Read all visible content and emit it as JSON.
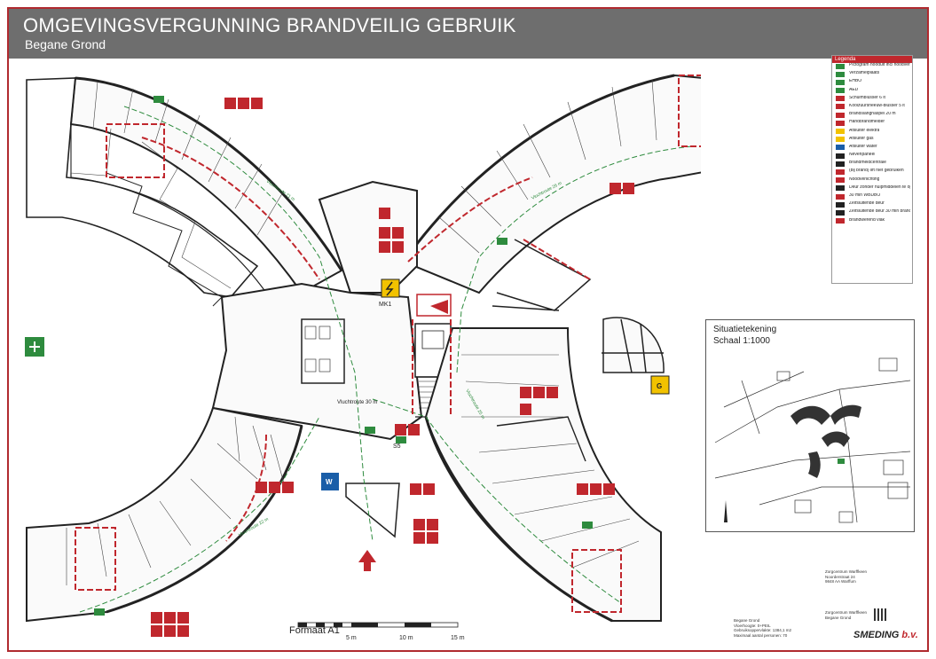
{
  "header": {
    "title": "OMGEVINGSVERGUNNING BRANDVEILIG GEBRUIK",
    "subtitle": "Begane Grond"
  },
  "plan_labels": {
    "route_center": "Vluchtroute 30 m",
    "route_nw": "Vluchtroute 21 m",
    "route_ne": "Vluchtroute 26 m",
    "route_sw": "Vluchtroute 22 m",
    "route_se": "Vluchtroute 25 m",
    "mk1": "MK1",
    "s5": "S5",
    "g": "G",
    "w": "W"
  },
  "legend": {
    "heading": "Legenda",
    "items": [
      {
        "label": "Pictogram nooduit incl noodverlichting",
        "icon": "exit-pictogram-icon",
        "color": "#2e8b3e"
      },
      {
        "label": "Verzamelplaats",
        "icon": "assembly-point-icon",
        "color": "#2e8b3e"
      },
      {
        "label": "EHBO",
        "icon": "first-aid-icon",
        "color": "#2e8b3e"
      },
      {
        "label": "AED",
        "icon": "aed-icon",
        "color": "#2e8b3e"
      },
      {
        "label": "Schuimblusser 6 lt",
        "icon": "foam-extinguisher-icon",
        "color": "#c0272d"
      },
      {
        "label": "Koolzuursneeuw-blusser 5 lt",
        "icon": "co2-extinguisher-icon",
        "color": "#c0272d"
      },
      {
        "label": "Brandslanghaspel 20 m",
        "icon": "hose-reel-icon",
        "color": "#c0272d"
      },
      {
        "label": "Handbrandmelder",
        "icon": "call-point-icon",
        "color": "#c0272d"
      },
      {
        "label": "Afsluiter elektra",
        "icon": "electric-shutoff-icon",
        "color": "#f2c200"
      },
      {
        "label": "Afsluiter gas",
        "icon": "gas-shutoff-icon",
        "color": "#f2c200"
      },
      {
        "label": "Afsluiter water",
        "icon": "water-shutoff-icon",
        "color": "#1a5ea8"
      },
      {
        "label": "Nevenpaneel",
        "icon": "sub-panel-icon",
        "color": "#222222"
      },
      {
        "label": "Brandmeldcentrale",
        "icon": "fire-panel-icon",
        "color": "#222222"
      },
      {
        "label": "(bij brand) lift niet gebruiken",
        "icon": "lift-warning-icon",
        "color": "#c0272d"
      },
      {
        "label": "Noodverlichting",
        "icon": "emergency-light-icon",
        "color": "#c0272d"
      },
      {
        "label": "Deur zonder hulpmiddelen te openen",
        "icon": "door-icon",
        "color": "#222222"
      },
      {
        "label": "30 min WBDBO",
        "icon": "wbdbo-line-icon",
        "color": "#c0272d"
      },
      {
        "label": "Zelfsluitende deur",
        "icon": "self-closing-door-icon",
        "color": "#222222"
      },
      {
        "label": "Zelfsluitende deur 30 min brandwerend",
        "icon": "fire-door-icon",
        "color": "#222222"
      },
      {
        "label": "Brandwerend vlak",
        "icon": "fire-wall-icon",
        "color": "#c0272d"
      }
    ]
  },
  "situatie": {
    "title": "Situatietekening",
    "scale": "Schaal 1:1000"
  },
  "scale": {
    "ticks": [
      "5 m",
      "10 m",
      "15 m"
    ],
    "format": "Formaat A1"
  },
  "address": [
    "Zorgcentrum Warffkeen",
    "Noorderstraat 24",
    "9848 AA Warffum"
  ],
  "details": [
    "Begane Grond",
    "Vloerhoogte: 0+PEIL",
    "Gebruiksoppervlakte: 1384,1 m2",
    "Maximaal aantal personen: 70"
  ],
  "stamp": [
    "Zorgcentrum Warffkeen",
    "Begane Grond"
  ],
  "company": {
    "name": "SMEDING",
    "suffix": "b.v."
  },
  "colors": {
    "accent": "#c0272d",
    "title_bar": "#6e6e6e",
    "escape": "#2e8b3e"
  }
}
